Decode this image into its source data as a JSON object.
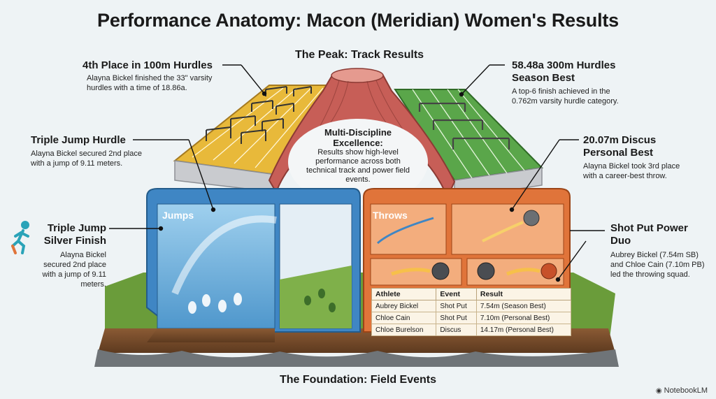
{
  "title": "Performance Anatomy: Macon (Meridian) Women's Results",
  "sections": {
    "peak": "The Peak: Track Results",
    "foundation": "The Foundation: Field Events",
    "jumps": "Jumps",
    "throws": "Throws"
  },
  "center": {
    "heading": "Multi-Discipline Excellence:",
    "text": "Results show high-level performance across both technical track and power field events."
  },
  "callouts": {
    "hurdles100": {
      "heading": "4th Place in 100m Hurdles",
      "text": "Alayna Bickel finished the 33\" varsity hurdles with a time of 18.86a."
    },
    "triple_hurdle": {
      "heading": "Triple Jump Hurdle",
      "text": "Alayna Bickel secured 2nd place with a jump of 9.11 meters."
    },
    "triple_silver": {
      "heading": "Triple Jump Silver Finish",
      "text": "Alayna Bickel secured 2nd place with a jump of 9.11 meters."
    },
    "hurdles300": {
      "heading": "58.48a 300m Hurdles Season Best",
      "text": "A top-6 finish achieved in the 0.762m varsity hurdle category."
    },
    "discus": {
      "heading": "20.07m Discus Personal Best",
      "text": "Alayna Bickel took 3rd place with a career-best throw."
    },
    "shotput": {
      "heading": "Shot Put Power Duo",
      "text": "Aubrey Bickel (7.54m SB) and Chloe Cain (7.10m PB) led the throwing squad."
    }
  },
  "table": {
    "headers": [
      "Athlete",
      "Event",
      "Result"
    ],
    "rows": [
      [
        "Aubrey Bickel",
        "Shot Put",
        "7.54m (Season Best)"
      ],
      [
        "Chloe Cain",
        "Shot Put",
        "7.10m (Personal Best)"
      ],
      [
        "Chloe Burelson",
        "Discus",
        "14.17m (Personal Best)"
      ]
    ]
  },
  "watermark": "NotebookLM",
  "colors": {
    "jumps": "#3f86c4",
    "throws": "#e0743a",
    "track_left": "#e8b93a",
    "track_right": "#5aa64a",
    "muscle": "#c75e57"
  }
}
